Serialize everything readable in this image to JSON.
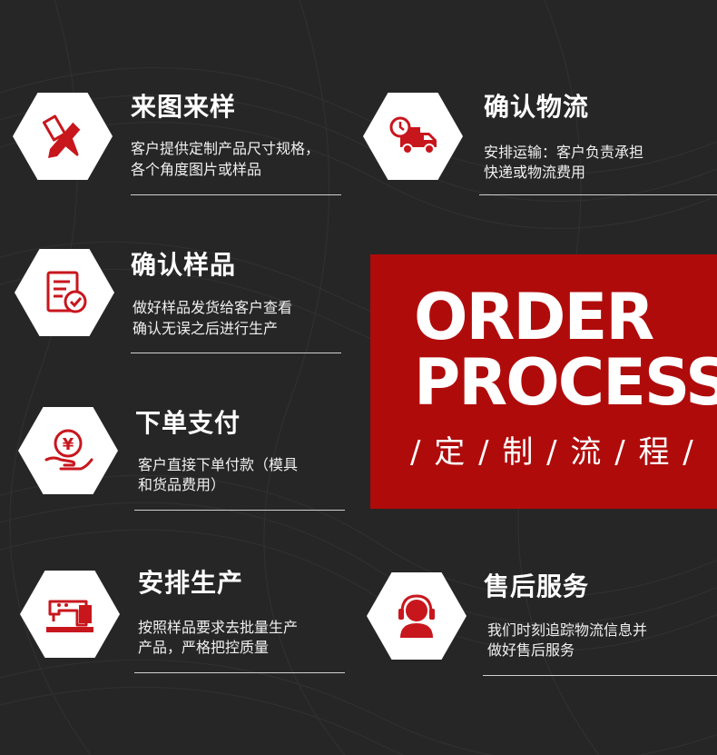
{
  "colors": {
    "accent": "#b00b0b",
    "background": "#262626",
    "text": "#ffffff"
  },
  "steps": [
    {
      "title": "来图来样",
      "desc1": "客户提供定制产品尺寸规格，",
      "desc2": "各个角度图片或样品",
      "icon": "pencil-ruler-icon"
    },
    {
      "title": "确认物流",
      "desc1": "安排运输：客户负责承担",
      "desc2": "快递或物流费用",
      "icon": "delivery-truck-clock-icon"
    },
    {
      "title": "确认样品",
      "desc1": "做好样品发货给客户查看",
      "desc2": "确认无误之后进行生产",
      "icon": "document-check-icon"
    },
    {
      "title": "下单支付",
      "desc1": "客户直接下单付款（模具",
      "desc2": "和货品费用）",
      "icon": "yen-coin-hand-icon"
    },
    {
      "title": "安排生产",
      "desc1": "按照样品要求去批量生产",
      "desc2": "产品，严格把控质量",
      "icon": "sewing-machine-icon"
    },
    {
      "title": "售后服务",
      "desc1": "我们时刻追踪物流信息并",
      "desc2": "做好售后服务",
      "icon": "customer-service-headset-icon"
    }
  ],
  "banner": {
    "line1": "ORDER",
    "line2": "PROCESS",
    "subtitle": "/ 定 / 制 / 流 / 程 /"
  }
}
